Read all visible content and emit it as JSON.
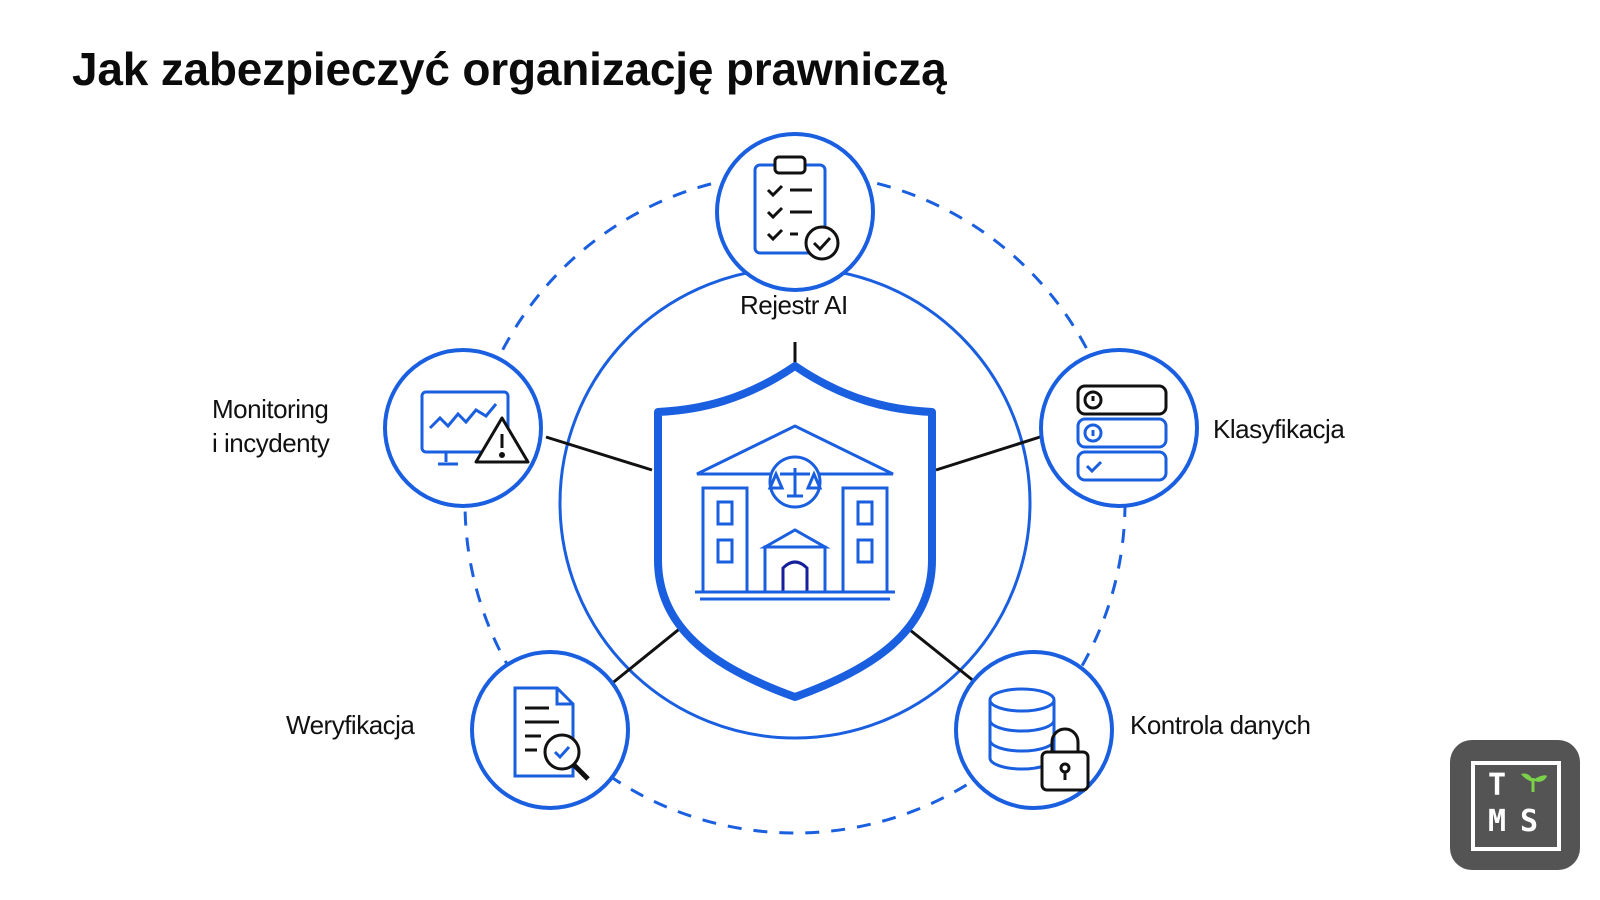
{
  "title": "Jak zabezpieczyć organizację prawniczą",
  "colors": {
    "accent": "#1a5fe0",
    "connector": "#111111",
    "logo_bg": "#545454",
    "logo_leaf": "#7bd24a"
  },
  "center": {
    "icon": "shield-courthouse-icon"
  },
  "nodes": [
    {
      "id": "rejestr-ai",
      "label": "Rejestr AI",
      "icon": "clipboard-checklist-icon"
    },
    {
      "id": "klasyfikacja",
      "label": "Klasyfikacja",
      "icon": "classification-list-icon"
    },
    {
      "id": "kontrola-danych",
      "label": "Kontrola danych",
      "icon": "database-lock-icon"
    },
    {
      "id": "weryfikacja",
      "label": "Weryfikacja",
      "icon": "document-magnifier-icon"
    },
    {
      "id": "monitoring",
      "label_line1": "Monitoring",
      "label_line2": "i incydenty",
      "icon": "monitor-alert-icon"
    }
  ],
  "logo": {
    "letters": [
      "T",
      "M",
      "S"
    ]
  }
}
